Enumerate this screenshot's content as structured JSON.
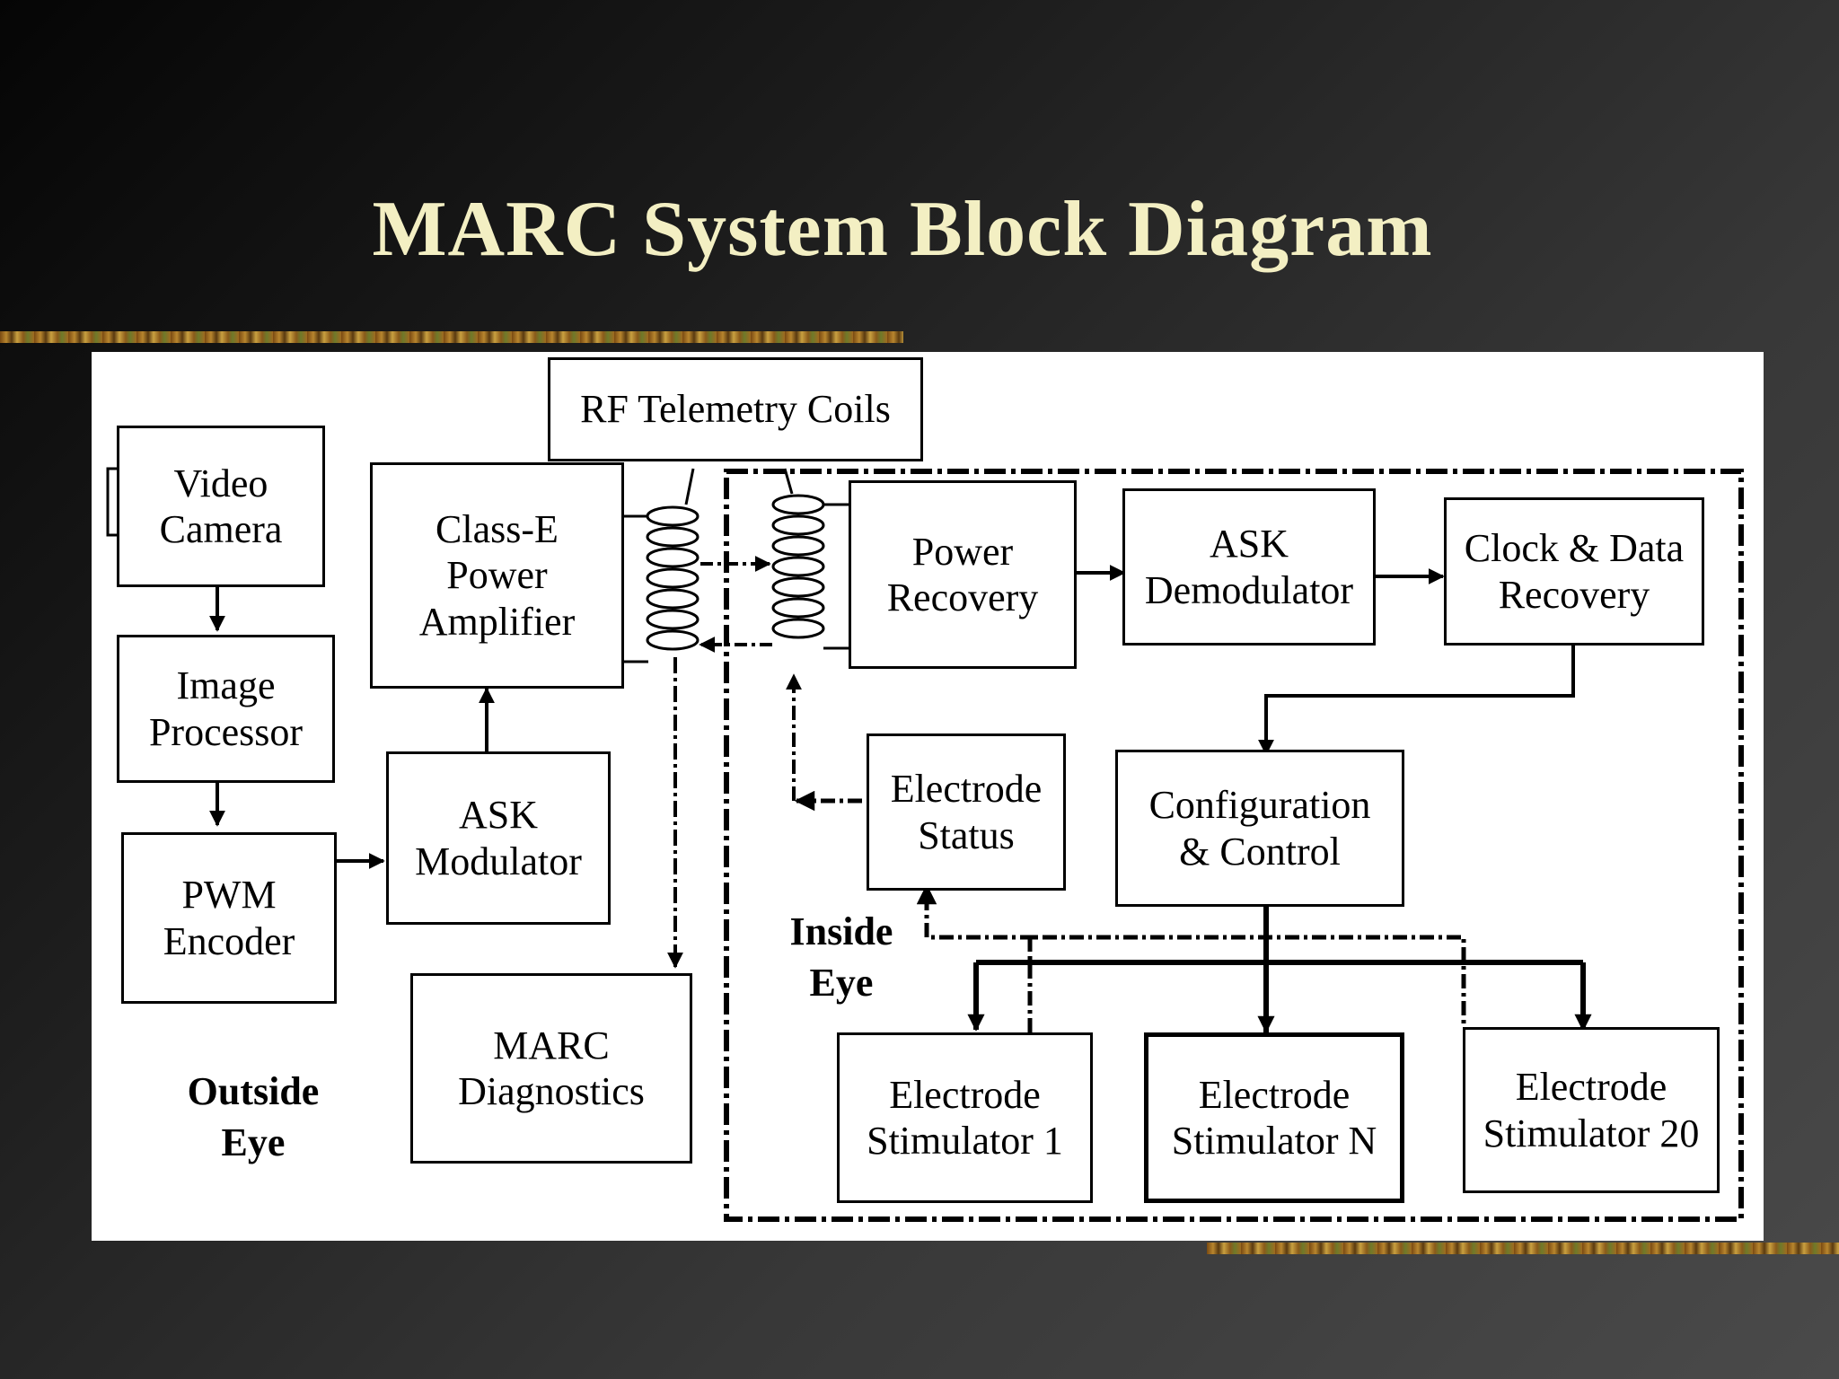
{
  "title": "MARC System Block Diagram",
  "blocks": {
    "rf_telemetry_coils": "RF Telemetry Coils",
    "video_camera": "Video\nCamera",
    "image_processor": "Image\nProcessor",
    "pwm_encoder": "PWM\nEncoder",
    "class_e_amp": "Class-E\nPower\nAmplifier",
    "ask_modulator": "ASK\nModulator",
    "marc_diagnostics": "MARC\nDiagnostics",
    "power_recovery": "Power\nRecovery",
    "ask_demodulator": "ASK\nDemodulator",
    "clock_data_recovery": "Clock & Data\nRecovery",
    "electrode_status": "Electrode\nStatus",
    "config_control": "Configuration\n& Control",
    "stim_1": "Electrode\nStimulator 1",
    "stim_n": "Electrode\nStimulator N",
    "stim_20": "Electrode\nStimulator 20"
  },
  "regions": {
    "outside_eye": "Outside\nEye",
    "inside_eye": "Inside\nEye"
  }
}
